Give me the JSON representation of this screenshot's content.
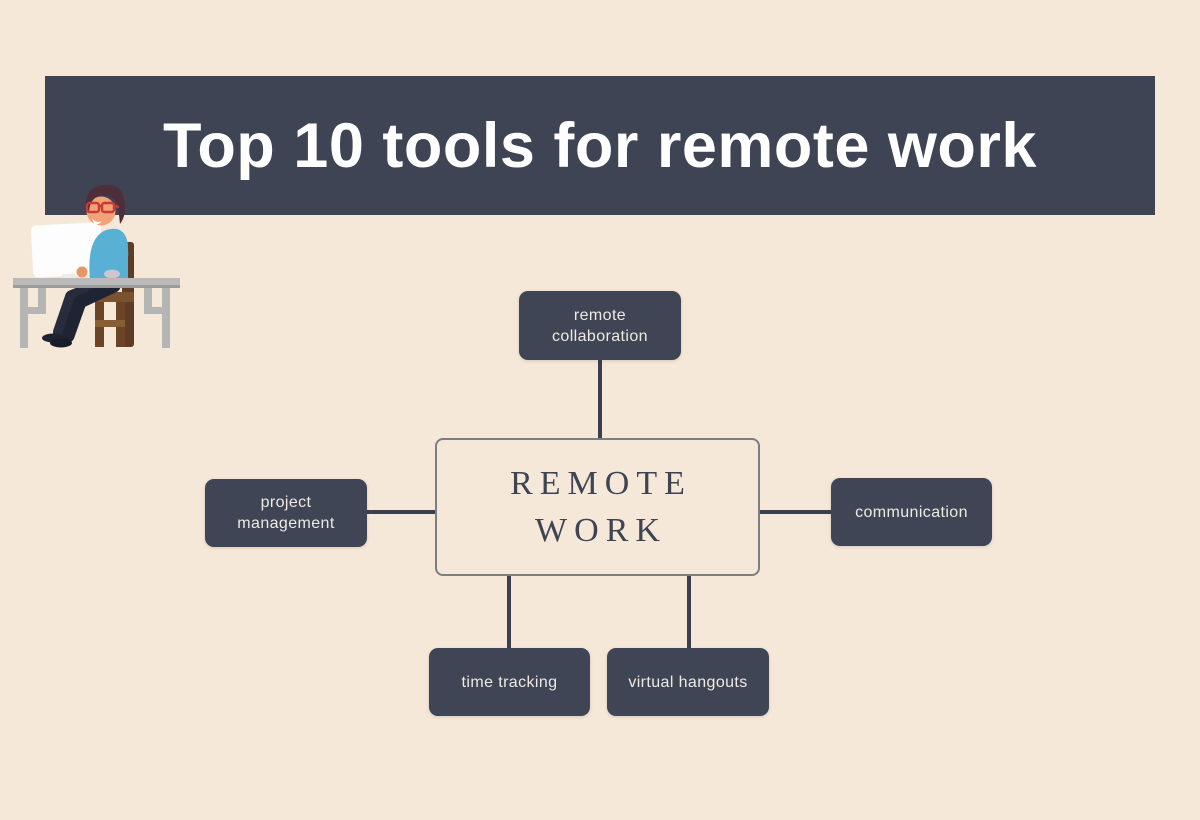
{
  "title_banner": {
    "label": "Top 10 tools for remote work"
  },
  "center_node": {
    "line1": "REMOTE",
    "line2": "WORK"
  },
  "nodes": [
    {
      "id": "remote-collaboration",
      "label": "remote collaboration"
    },
    {
      "id": "project-management",
      "label": "project management"
    },
    {
      "id": "communication",
      "label": "communication"
    },
    {
      "id": "time-tracking",
      "label": "time tracking"
    },
    {
      "id": "virtual-hangouts",
      "label": "virtual hangouts"
    }
  ],
  "colors": {
    "background": "#f6e8d9",
    "banner_bg": "#3e4453",
    "banner_text": "#ffffff",
    "node_bg": "#3f4554",
    "node_text": "#eeeae3",
    "connector": "#3a4050",
    "center_border": "#7b7e82",
    "center_text": "#3e4453"
  }
}
